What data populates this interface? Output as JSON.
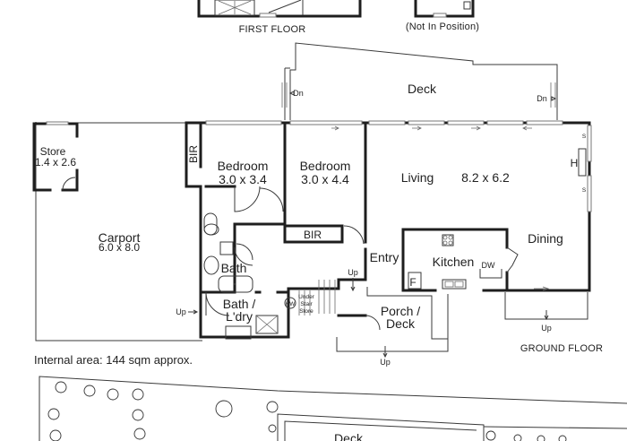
{
  "labels": {
    "first_floor": "FIRST FLOOR",
    "not_in_position": "(Not In Position)",
    "ground_floor": "GROUND FLOOR",
    "internal_area": "Internal area: 144 sqm approx."
  },
  "rooms": {
    "deck_top": "Deck",
    "dn_left": "Dn",
    "dn_right": "Dn",
    "store_name": "Store",
    "store_size": "1.4 x 2.6",
    "carport_name": "Carport",
    "carport_size": "6.0 x 8.0",
    "bir_left": "BIR",
    "bedroom1_name": "Bedroom",
    "bedroom1_size": "3.0 x 3.4",
    "bedroom2_name": "Bedroom",
    "bedroom2_size": "3.0 x 4.4",
    "bir_mid": "BIR",
    "living_name": "Living",
    "living_size": "8.2 x 6.2",
    "h_label": "H",
    "dining": "Dining",
    "entry": "Entry",
    "kitchen": "Kitchen",
    "dw": "DW",
    "fridge": "F",
    "bath": "Bath",
    "bath_laundry_1": "Bath /",
    "bath_laundry_2": "L'dry",
    "hw": "HW",
    "under_stair_1": "Under",
    "under_stair_2": "Stair",
    "under_stair_3": "Store",
    "porch_1": "Porch /",
    "porch_2": "Deck",
    "up_carport": "Up",
    "up_stairs": "Up",
    "up_porch": "Up",
    "up_dining": "Up",
    "deck_site": "Deck"
  }
}
